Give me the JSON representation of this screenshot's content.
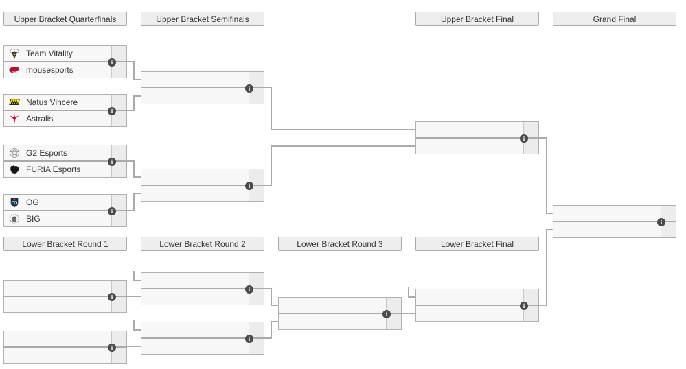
{
  "bracket": {
    "upper_headers": [
      "Upper Bracket Quarterfinals",
      "Upper Bracket Semifinals",
      "Upper Bracket Final",
      "Grand Final"
    ],
    "lower_headers": [
      "Lower Bracket Round 1",
      "Lower Bracket Round 2",
      "Lower Bracket Round 3",
      "Lower Bracket Final"
    ]
  },
  "matches": {
    "ubqf1": {
      "top": {
        "name": "Team Vitality",
        "icon": "team-vitality-logo",
        "score": ""
      },
      "bottom": {
        "name": "mousesports",
        "icon": "mousesports-logo",
        "score": ""
      }
    },
    "ubqf2": {
      "top": {
        "name": "Natus Vincere",
        "icon": "natus-vincere-logo",
        "score": ""
      },
      "bottom": {
        "name": "Astralis",
        "icon": "astralis-logo",
        "score": ""
      }
    },
    "ubqf3": {
      "top": {
        "name": "G2 Esports",
        "icon": "g2-esports-logo",
        "score": ""
      },
      "bottom": {
        "name": "FURIA Esports",
        "icon": "furia-esports-logo",
        "score": ""
      }
    },
    "ubqf4": {
      "top": {
        "name": "OG",
        "icon": "og-logo",
        "score": ""
      },
      "bottom": {
        "name": "BIG",
        "icon": "big-logo",
        "score": ""
      }
    },
    "ubsf1": {
      "top": {
        "name": "",
        "score": ""
      },
      "bottom": {
        "name": "",
        "score": ""
      }
    },
    "ubsf2": {
      "top": {
        "name": "",
        "score": ""
      },
      "bottom": {
        "name": "",
        "score": ""
      }
    },
    "ubf": {
      "top": {
        "name": "",
        "score": ""
      },
      "bottom": {
        "name": "",
        "score": ""
      }
    },
    "gf": {
      "top": {
        "name": "",
        "score": ""
      },
      "bottom": {
        "name": "",
        "score": ""
      }
    },
    "lbr1a": {
      "top": {
        "name": "",
        "score": ""
      },
      "bottom": {
        "name": "",
        "score": ""
      }
    },
    "lbr1b": {
      "top": {
        "name": "",
        "score": ""
      },
      "bottom": {
        "name": "",
        "score": ""
      }
    },
    "lbr2a": {
      "top": {
        "name": "",
        "score": ""
      },
      "bottom": {
        "name": "",
        "score": ""
      }
    },
    "lbr2b": {
      "top": {
        "name": "",
        "score": ""
      },
      "bottom": {
        "name": "",
        "score": ""
      }
    },
    "lbr3": {
      "top": {
        "name": "",
        "score": ""
      },
      "bottom": {
        "name": "",
        "score": ""
      }
    },
    "lbf": {
      "top": {
        "name": "",
        "score": ""
      },
      "bottom": {
        "name": "",
        "score": ""
      }
    }
  },
  "icons": {
    "info": "i",
    "team_logos": [
      "team-vitality-logo",
      "mousesports-logo",
      "natus-vincere-logo",
      "astralis-logo",
      "g2-esports-logo",
      "furia-esports-logo",
      "og-logo",
      "big-logo"
    ]
  },
  "colors": {
    "connector": "#aaaaaa",
    "header_bg": "#eeeeee",
    "header_border": "#aaaaaa",
    "match_bg": "#f7f7f7",
    "score_bg": "#ececec",
    "match_border": "#b0b0b0",
    "info_icon_bg": "#4a4a4a",
    "vitality_yellow": "#ffd21e",
    "mousesports_red": "#ae1432",
    "navi_yellow": "#ffee00",
    "astralis_red": "#e2012d",
    "furia_black": "#161616",
    "og_navy": "#14354f",
    "big_gray": "#6b6b6b"
  }
}
